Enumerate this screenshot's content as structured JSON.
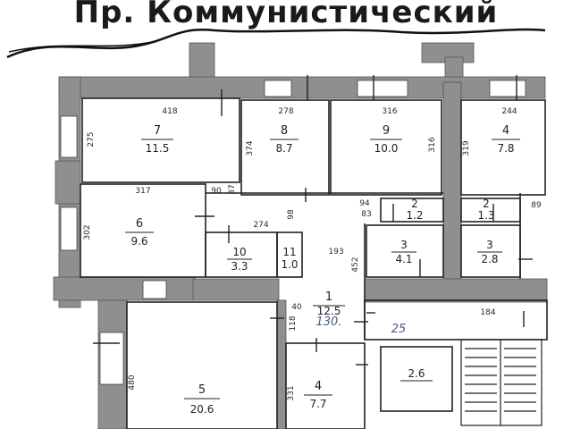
{
  "street_name": "Пр. Коммунистический",
  "rooms": [
    {
      "id": "7",
      "number": "7",
      "area": "11.5"
    },
    {
      "id": "8",
      "number": "8",
      "area": "8.7"
    },
    {
      "id": "9",
      "number": "9",
      "area": "10.0"
    },
    {
      "id": "4a",
      "number": "4",
      "area": "7.8"
    },
    {
      "id": "6",
      "number": "6",
      "area": "9.6"
    },
    {
      "id": "2a",
      "number": "2",
      "area": "1.2"
    },
    {
      "id": "2b",
      "number": "2",
      "area": "1.3"
    },
    {
      "id": "10",
      "number": "10",
      "area": "3.3"
    },
    {
      "id": "11",
      "number": "11",
      "area": "1.0"
    },
    {
      "id": "3a",
      "number": "3",
      "area": "4.1"
    },
    {
      "id": "3b",
      "number": "3",
      "area": "2.8"
    },
    {
      "id": "1",
      "number": "1",
      "area": "12.5"
    },
    {
      "id": "5",
      "number": "5",
      "area": "20.6"
    },
    {
      "id": "4b",
      "number": "4",
      "area": "7.7"
    },
    {
      "id": "s",
      "number": "",
      "area": "2.6"
    }
  ],
  "dimensions": [
    "418",
    "278",
    "316",
    "244",
    "275",
    "374",
    "316",
    "319",
    "317",
    "90",
    "37",
    "98",
    "274",
    "302",
    "193",
    "452",
    "94",
    "83",
    "89",
    "40",
    "118",
    "184",
    "480",
    "331"
  ],
  "annotations": [
    "130.",
    "25"
  ]
}
